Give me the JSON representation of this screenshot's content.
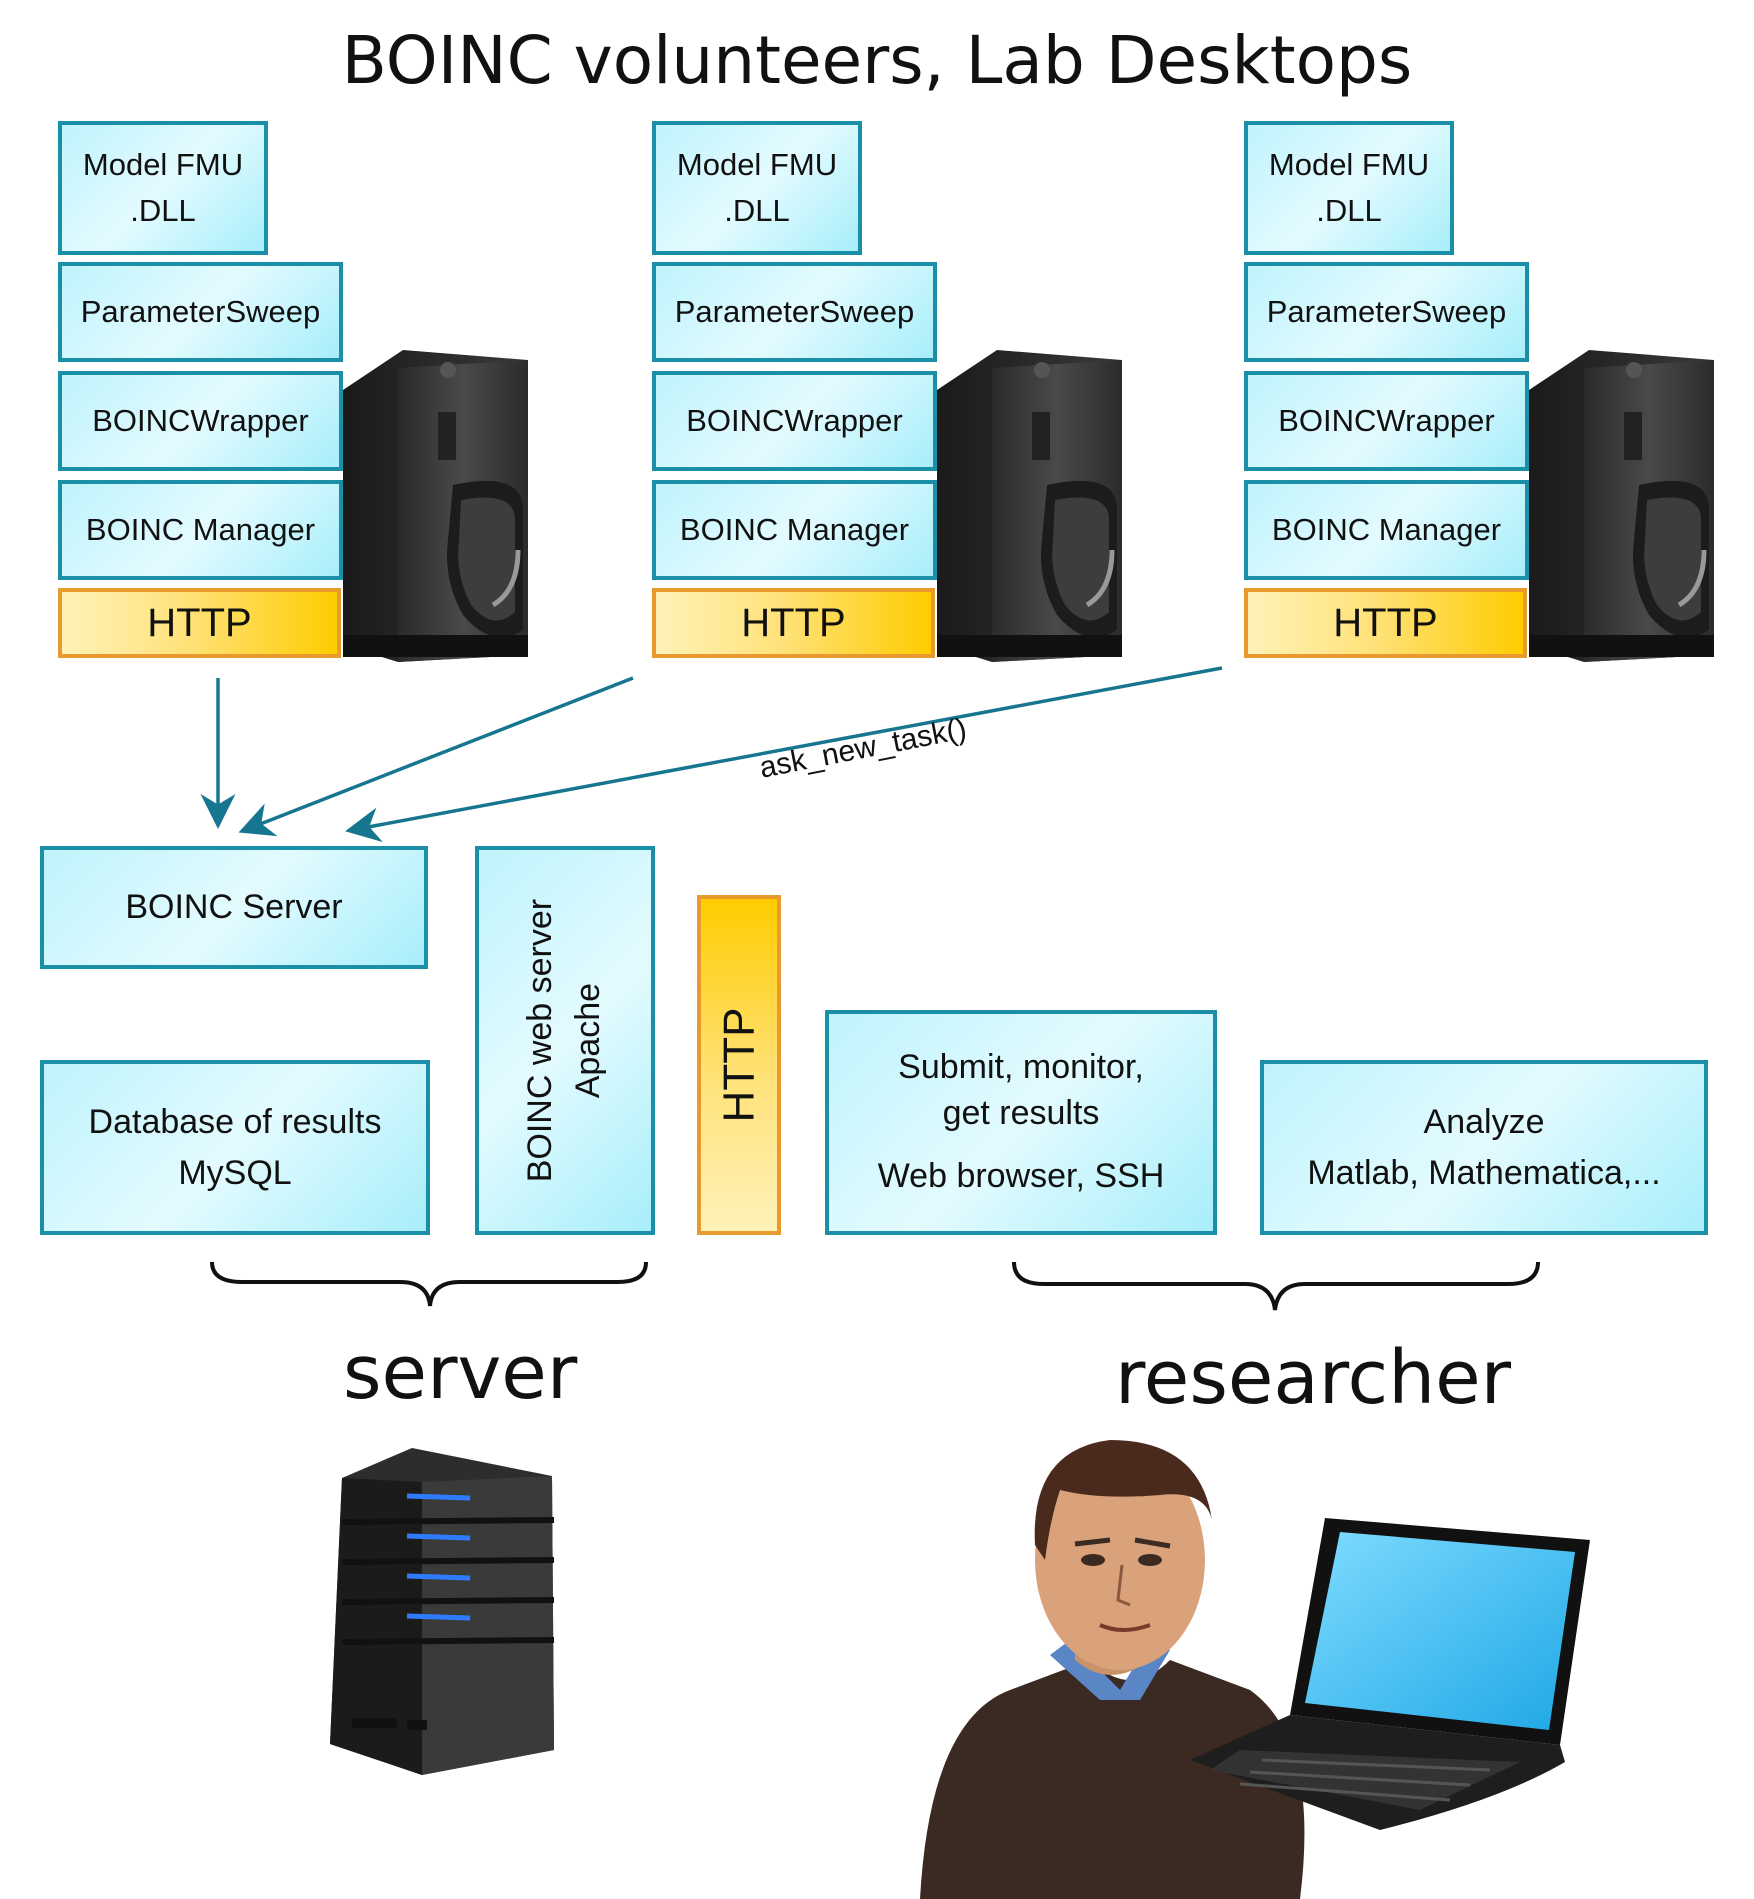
{
  "title": "BOINC volunteers, Lab Desktops",
  "volunteer_stacks": [
    {
      "model_line1": "Model FMU",
      "model_line2": ".DLL",
      "sweep": "ParameterSweep",
      "wrapper": "BOINCWrapper",
      "manager": "BOINC Manager",
      "http": "HTTP"
    },
    {
      "model_line1": "Model FMU",
      "model_line2": ".DLL",
      "sweep": "ParameterSweep",
      "wrapper": "BOINCWrapper",
      "manager": "BOINC Manager",
      "http": "HTTP"
    },
    {
      "model_line1": "Model FMU",
      "model_line2": ".DLL",
      "sweep": "ParameterSweep",
      "wrapper": "BOINCWrapper",
      "manager": "BOINC Manager",
      "http": "HTTP"
    }
  ],
  "arrow_label": "ask_new_task()",
  "server_side": {
    "boinc_server": "BOINC Server",
    "db_line1": "Database of results",
    "db_line2": "MySQL",
    "web_line1": "BOINC web server",
    "web_line2": "Apache",
    "http": "HTTP",
    "label": "server"
  },
  "researcher_side": {
    "submit_line1": "Submit, monitor,",
    "submit_line2": "get results",
    "submit_line3": "Web browser, SSH",
    "analyze_line1": "Analyze",
    "analyze_line2": "Matlab, Mathematica,...",
    "label": "researcher"
  },
  "colors": {
    "box_border": "#1b8fa8",
    "arrow": "#17768f",
    "http_border": "#e89a2f",
    "http_fill": "#ffcc00",
    "server_led": "#2f7bff",
    "laptop_screen": "#4fc3f7"
  },
  "icons": [
    "desktop-tower-icon",
    "rack-server-icon",
    "researcher-person-icon",
    "laptop-icon"
  ]
}
